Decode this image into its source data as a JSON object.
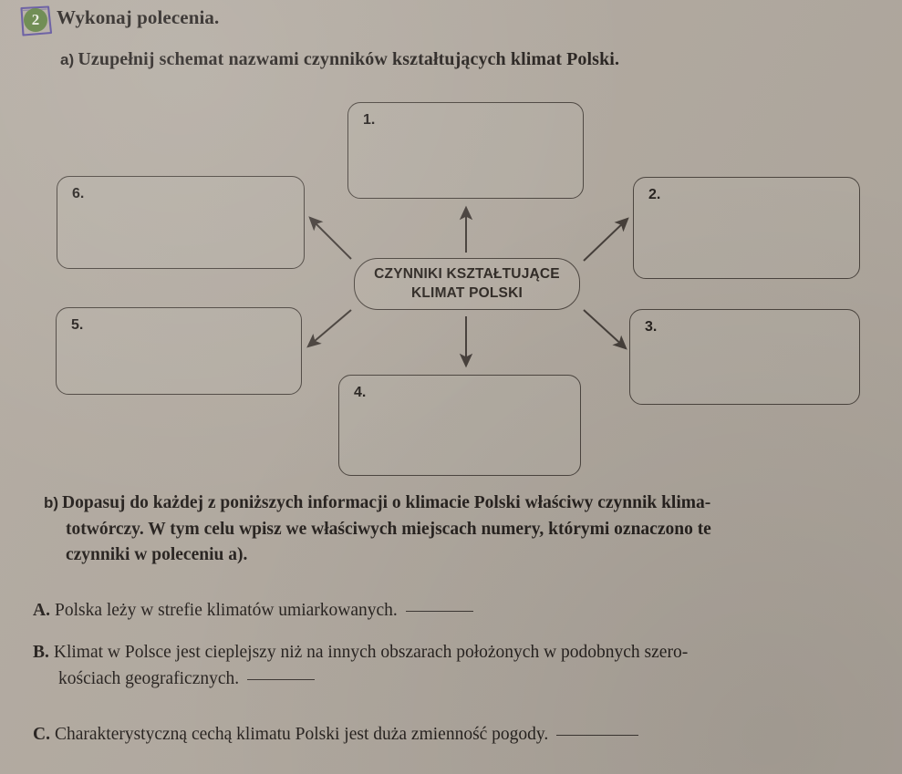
{
  "task": {
    "number": "2",
    "title": "Wykonaj polecenia."
  },
  "sub_a": {
    "marker": "a)",
    "text": "Uzupełnij schemat nazwami czynników kształtujących klimat Polski."
  },
  "diagram": {
    "center_label": "CZYNNIKI KSZTAŁTUJĄCE\nKLIMAT POLSKI",
    "boxes": [
      {
        "id": "1",
        "number": "1.",
        "value": ""
      },
      {
        "id": "2",
        "number": "2.",
        "value": ""
      },
      {
        "id": "3",
        "number": "3.",
        "value": ""
      },
      {
        "id": "4",
        "number": "4.",
        "value": ""
      },
      {
        "id": "5",
        "number": "5.",
        "value": ""
      },
      {
        "id": "6",
        "number": "6.",
        "value": ""
      }
    ]
  },
  "sub_b": {
    "marker": "b)",
    "line1": "Dopasuj do każdej z poniższych informacji o klimacie Polski właściwy czynnik klima-",
    "line2": "totwórczy. W tym celu wpisz we właściwych miejscach numery, którymi oznaczono te",
    "line3": "czynniki w poleceniu a)."
  },
  "answers": [
    {
      "letter": "A.",
      "line1": "Polska leży w strefie klimatów umiarkowanych.",
      "line2": "",
      "answer": ""
    },
    {
      "letter": "B.",
      "line1": "Klimat w Polsce jest cieplejszy niż na innych obszarach położonych w podobnych szero-",
      "line2": "kościach geograficznych.",
      "answer": ""
    },
    {
      "letter": "C.",
      "line1": "Charakterystyczną cechą klimatu Polski jest duża zmienność pogody.",
      "line2": "",
      "answer": ""
    }
  ],
  "colors": {
    "page_background": "#b1a99f",
    "ink": "#241f1c",
    "badge_green": "#5f8040",
    "badge_frame": "#5c4f9a",
    "box_stroke": "#4a433d"
  }
}
